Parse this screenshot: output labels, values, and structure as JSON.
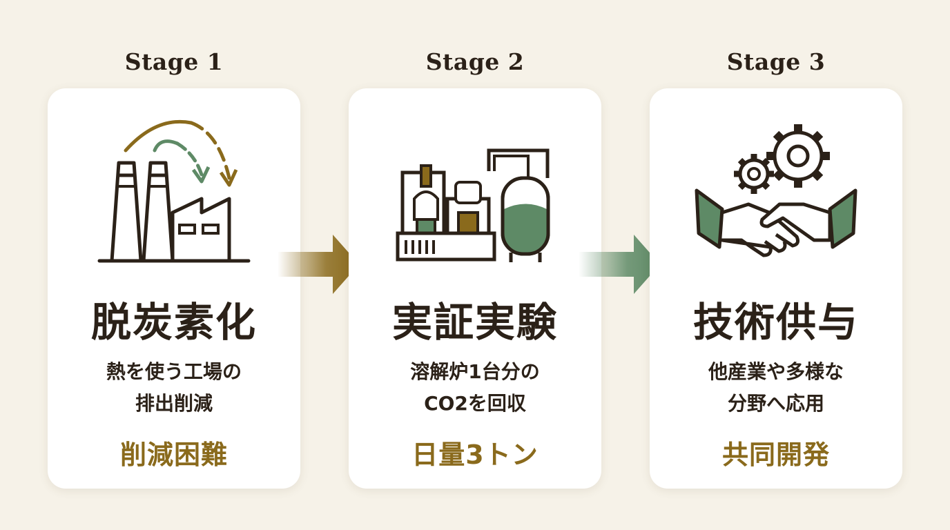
{
  "stages": [
    {
      "label": "Stage 1",
      "icon": "factory-co2-recycle-icon",
      "title": "脱炭素化",
      "desc": [
        "熱を使う工場の",
        "排出削減"
      ],
      "tag": "削減困難"
    },
    {
      "label": "Stage 2",
      "icon": "chemical-plant-icon",
      "title": "実証実験",
      "desc": [
        "溶解炉1台分の",
        "CO2を回収"
      ],
      "tag": "日量3トン"
    },
    {
      "label": "Stage 3",
      "icon": "handshake-gears-icon",
      "title": "技術供与",
      "desc": [
        "他産業や多様な",
        "分野へ応用"
      ],
      "tag": "共同開発"
    }
  ],
  "arrows": [
    "arrow-right-icon",
    "arrow-right-icon"
  ],
  "colors": {
    "background": "#f6f2e8",
    "card": "#ffffff",
    "text": "#2b2118",
    "gold": "#8a6a1c",
    "green": "#5e8a66"
  }
}
